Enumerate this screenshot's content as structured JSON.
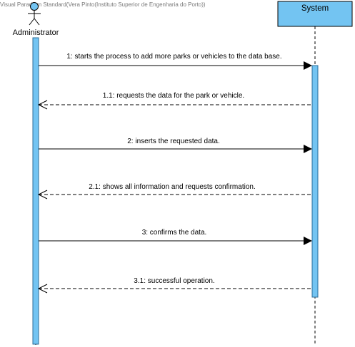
{
  "watermark": "Visual Paradigm Standard(Vera Pinto(Instituto Superior de Engenharia do Porto))",
  "colors": {
    "activation_fill": "#73c4f2",
    "activation_stroke": "#2e6e99",
    "lifeline_box_fill": "#73c4f2",
    "actor_head_fill": "#73c4f2",
    "line": "#000000"
  },
  "participants": {
    "actor": {
      "label": "Administrator",
      "icon": "stick-figure-actor-icon"
    },
    "system": {
      "label": "System"
    }
  },
  "messages": [
    {
      "label": "1: starts the process to add more parks or vehicles to the data base.",
      "direction": "to-system",
      "style": "solid"
    },
    {
      "label": "1.1: requests the data for the park or vehicle.",
      "direction": "to-actor",
      "style": "dashed"
    },
    {
      "label": "2: inserts the requested data.",
      "direction": "to-system",
      "style": "solid"
    },
    {
      "label": "2.1: shows all information and requests confirmation.",
      "direction": "to-actor",
      "style": "dashed"
    },
    {
      "label": "3: confirms the data.",
      "direction": "to-system",
      "style": "solid"
    },
    {
      "label": "3.1: successful operation.",
      "direction": "to-actor",
      "style": "dashed"
    }
  ]
}
